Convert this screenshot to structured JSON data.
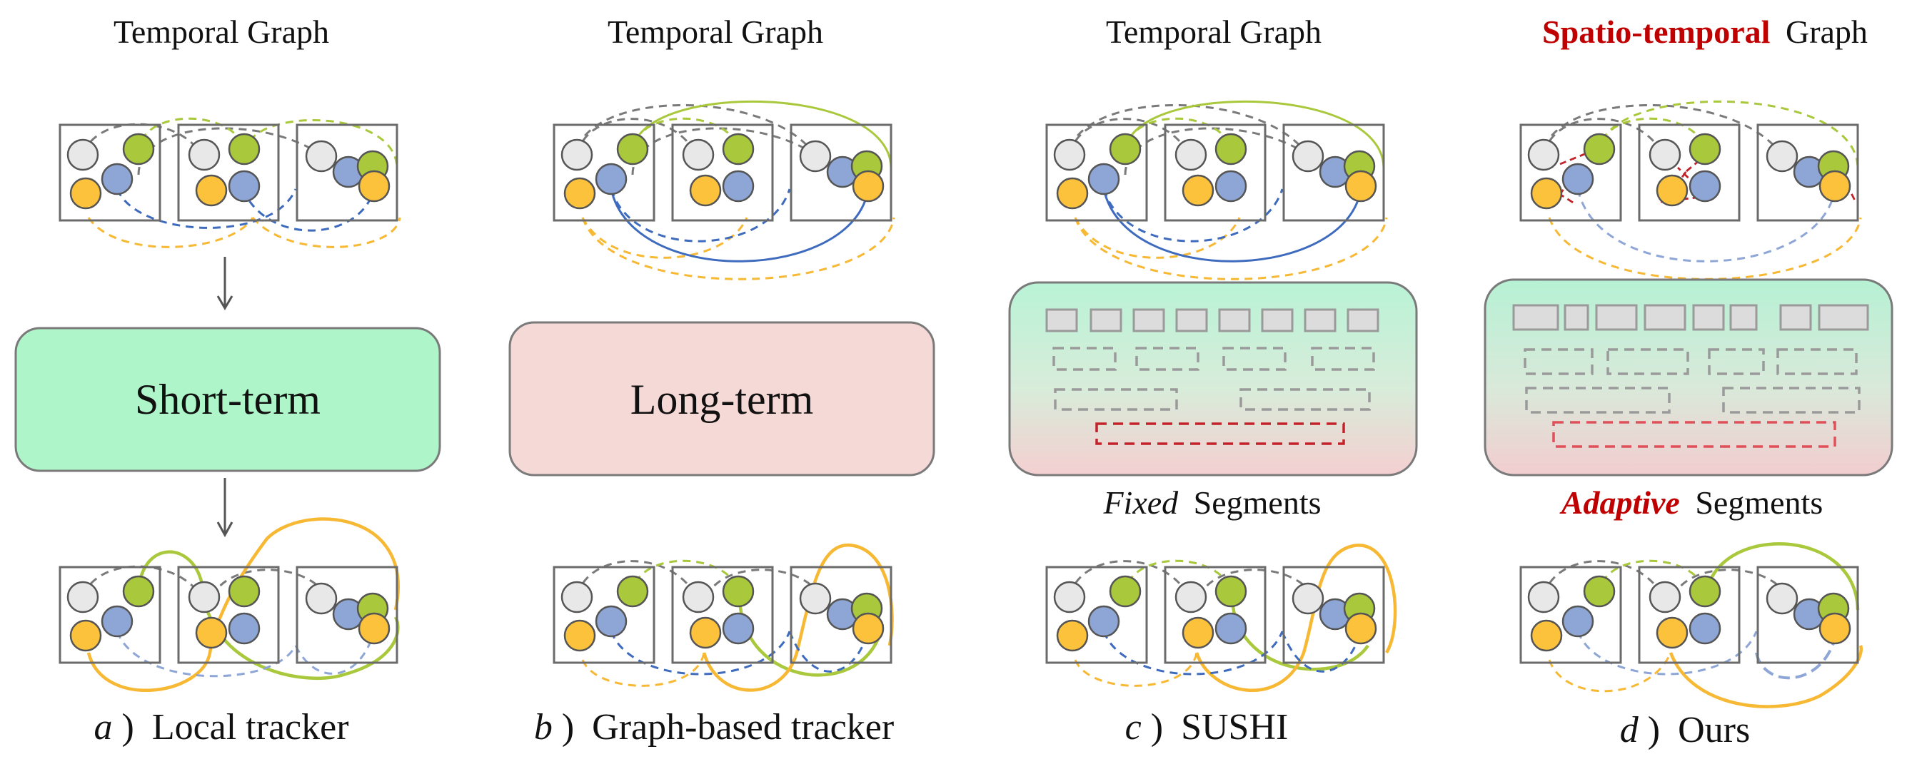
{
  "colors": {
    "gray_node": "#e8e8e8",
    "green_node": "#a9c83c",
    "blue_node": "#8ea6d6",
    "yellow_node": "#fcc23b",
    "green_edge": "#a9c83c",
    "blue_edge": "#3e6bbd",
    "yellow_edge": "#f7b833",
    "gray_edge": "#7a7a7a",
    "red_edge": "#c4222b",
    "accent_red": "#c00000",
    "short_term_fill": "#aef5c9",
    "long_term_fill": "#f5d9d6"
  },
  "panels": [
    {
      "id": "a",
      "top_title": {
        "prefix": "",
        "text": "Temporal Graph"
      },
      "module": {
        "label": "Short-term",
        "style": "green"
      },
      "segments_caption": null,
      "caption": {
        "letter": "a",
        "text": "Local tracker"
      }
    },
    {
      "id": "b",
      "top_title": {
        "prefix": "",
        "text": "Temporal Graph"
      },
      "module": {
        "label": "Long-term",
        "style": "pink"
      },
      "segments_caption": null,
      "caption": {
        "letter": "b",
        "text": "Graph-based tracker"
      }
    },
    {
      "id": "c",
      "top_title": {
        "prefix": "",
        "text": "Temporal Graph"
      },
      "module": {
        "label": "",
        "style": "gradient"
      },
      "segments_caption": {
        "prefix": "Fixed",
        "text": "Segments"
      },
      "caption": {
        "letter": "c",
        "text": "SUSHI"
      }
    },
    {
      "id": "d",
      "top_title": {
        "prefix": "Spatio-temporal",
        "text": "Graph"
      },
      "module": {
        "label": "",
        "style": "gradient"
      },
      "segments_caption": {
        "prefix": "Adaptive",
        "text": "Segments"
      },
      "caption": {
        "letter": "d",
        "text": "Ours"
      }
    }
  ]
}
